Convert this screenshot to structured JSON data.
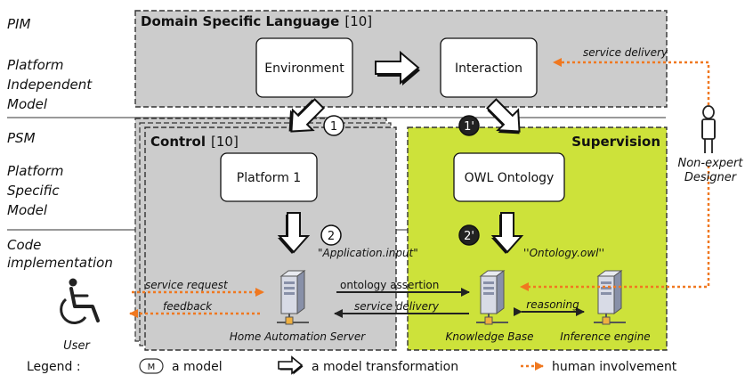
{
  "levels": {
    "pim_abbr": "PIM",
    "pim_full": [
      "Platform",
      "Independent",
      "Model"
    ],
    "psm_abbr": "PSM",
    "psm_full": [
      "Platform",
      "Specific",
      "Model"
    ],
    "code": [
      "Code",
      "implementation"
    ]
  },
  "dsl": {
    "title": "Domain Specific Language",
    "ref": "[10]",
    "environment": "Environment",
    "interaction": "Interaction"
  },
  "control": {
    "title": "Control",
    "ref": "[10]",
    "platform": "Platform 1",
    "input_file": "\"Application.input\"",
    "server": "Home Automation Server"
  },
  "supervision": {
    "title": "Supervision",
    "ontology": "OWL Ontology",
    "owl_file": "''Ontology.owl''",
    "knowledge_base": "Knowledge Base",
    "inference_engine": "Inference engine",
    "reasoning": "reasoning"
  },
  "steps": {
    "s1": "1",
    "s1p": "1'",
    "s2": "2",
    "s2p": "2'"
  },
  "flows": {
    "service_request": "service request",
    "feedback": "feedback",
    "ontology_assertion": "ontology assertion",
    "service_delivery": "service delivery",
    "service_delivery_top": "service delivery"
  },
  "actors": {
    "user": "User",
    "designer": [
      "Non-expert",
      "Designer"
    ]
  },
  "legend": {
    "title": "Legend :",
    "model_symbol": "M",
    "model": "a model",
    "transformation": "a model transformation",
    "human": "human involvement"
  },
  "colors": {
    "dsl_fill": "#cccccc",
    "supervision_fill": "#cde23a",
    "human": "#f07820"
  }
}
